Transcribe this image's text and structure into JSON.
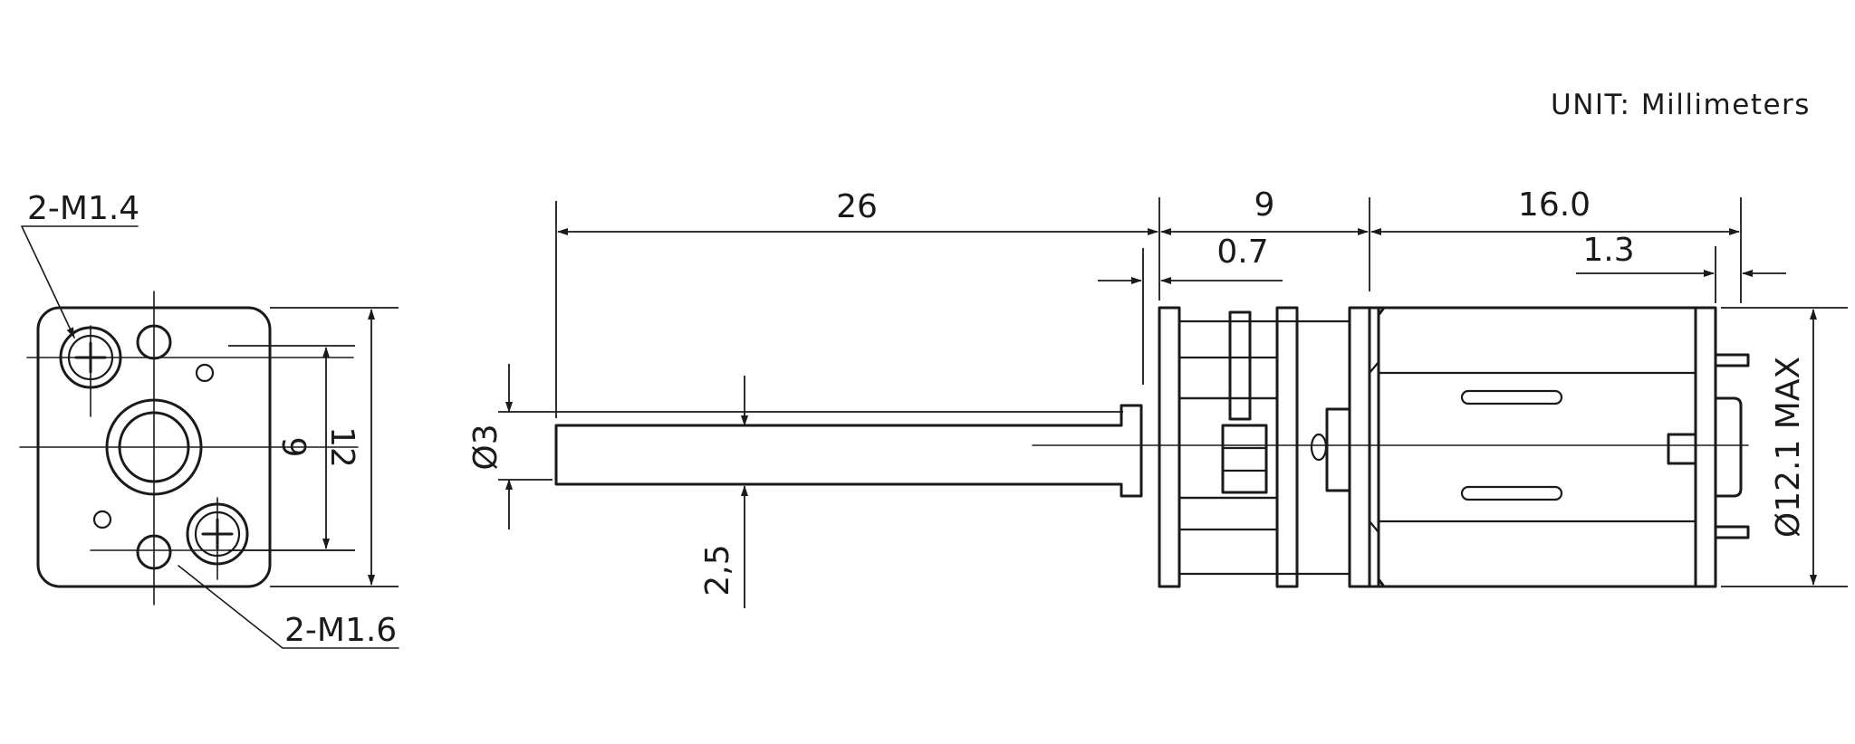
{
  "unit_label": "UNIT: Millimeters",
  "front_view": {
    "thread_top": "2-M1.4",
    "thread_bottom": "2-M1.6",
    "width_dim": "9",
    "height_dim": "12"
  },
  "side_view": {
    "shaft_length": "26",
    "gearbox_length": "9",
    "flange_gap": "0.7",
    "motor_length": "16.0",
    "terminal_offset": "1.3",
    "shaft_diameter": "Ø3",
    "shaft_flat": "2,5",
    "motor_diameter": "Ø12.1  MAX"
  }
}
